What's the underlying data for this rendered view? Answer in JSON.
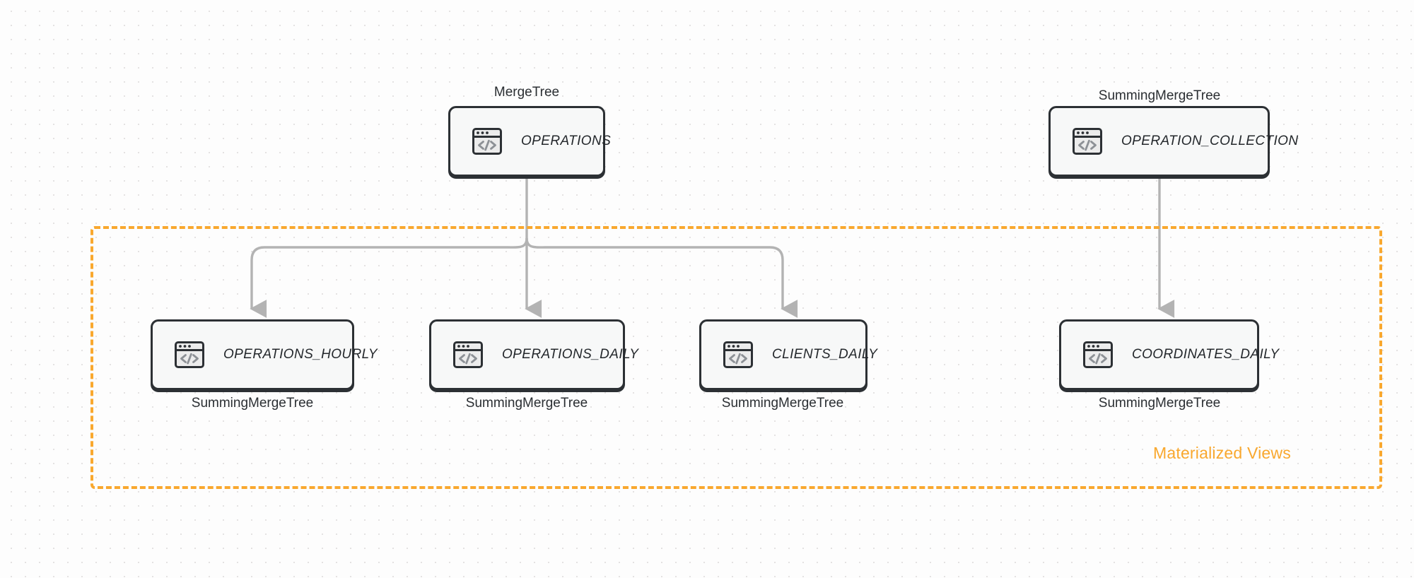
{
  "diagram": {
    "title": "ClickHouse table and materialized view flow",
    "background": "#fdfdfd",
    "dot_color": "#e4e2e2",
    "node_border_color": "#2c3034",
    "node_fill_color": "#f7f8f8",
    "connector_color": "#b3b3b3",
    "accent_color": "#f9a82e"
  },
  "group": {
    "label": "Materialized Views",
    "style": "dashed",
    "color": "#f9a82e"
  },
  "nodes": [
    {
      "id": "operations",
      "label": "OPERATIONS",
      "engine": "MergeTree",
      "engine_position": "above",
      "icon": "code-window-icon"
    },
    {
      "id": "operation_collection",
      "label": "OPERATION_COLLECTION",
      "engine": "SummingMergeTree",
      "engine_position": "above",
      "icon": "code-window-icon"
    },
    {
      "id": "operations_hourly",
      "label": "OPERATIONS_HOURLY",
      "engine": "SummingMergeTree",
      "engine_position": "below",
      "icon": "code-window-icon"
    },
    {
      "id": "operations_daily",
      "label": "OPERATIONS_DAILY",
      "engine": "SummingMergeTree",
      "engine_position": "below",
      "icon": "code-window-icon"
    },
    {
      "id": "clients_daily",
      "label": "CLIENTS_DAILY",
      "engine": "SummingMergeTree",
      "engine_position": "below",
      "icon": "code-window-icon"
    },
    {
      "id": "coordinates_daily",
      "label": "COORDINATES_DAILY",
      "engine": "SummingMergeTree",
      "engine_position": "below",
      "icon": "code-window-icon"
    }
  ],
  "edges": [
    {
      "from": "operations",
      "to": "operations_hourly",
      "arrow": true
    },
    {
      "from": "operations",
      "to": "operations_daily",
      "arrow": true
    },
    {
      "from": "operations",
      "to": "clients_daily",
      "arrow": true
    },
    {
      "from": "operation_collection",
      "to": "coordinates_daily",
      "arrow": true
    }
  ]
}
